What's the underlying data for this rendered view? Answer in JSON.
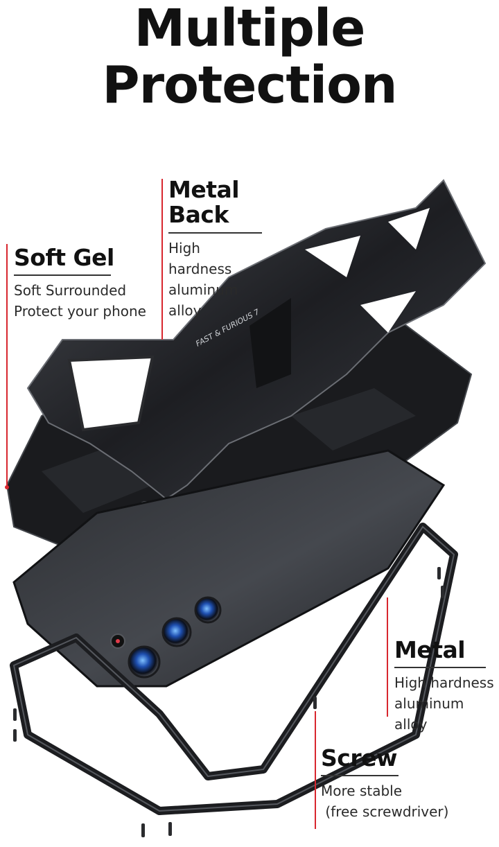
{
  "headline": {
    "line1": "Multiple",
    "line2": "Protection"
  },
  "callouts": {
    "metal_back": {
      "title": "Metal Back",
      "desc_lines": [
        "High hardness",
        "aluminum",
        "alloy"
      ]
    },
    "soft_gel": {
      "title": "Soft Gel",
      "desc_lines": [
        "Soft Surrounded",
        "Protect your phone"
      ]
    },
    "metal": {
      "title": "Metal",
      "desc_lines": [
        "High hardness",
        "aluminum alloy"
      ]
    },
    "screw": {
      "title": "Screw",
      "desc_lines": [
        "More stable",
        " (free screwdriver)"
      ]
    }
  },
  "product_print": {
    "back_plate_text": "FAST & FURIOUS 7"
  },
  "colors": {
    "accent_line": "#d8262e",
    "text": "#111111",
    "metal_dark": "#1c1d20",
    "metal_edge": "#55585e"
  }
}
